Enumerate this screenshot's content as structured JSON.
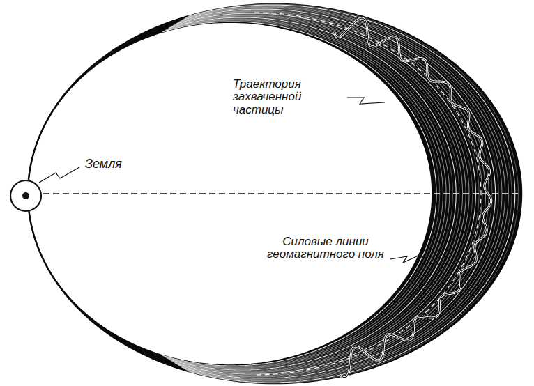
{
  "diagram": {
    "labels": [
      "Земля",
      "Траектория захваченной частицы",
      "Силовые линии геомагнитного поля"
    ]
  }
}
